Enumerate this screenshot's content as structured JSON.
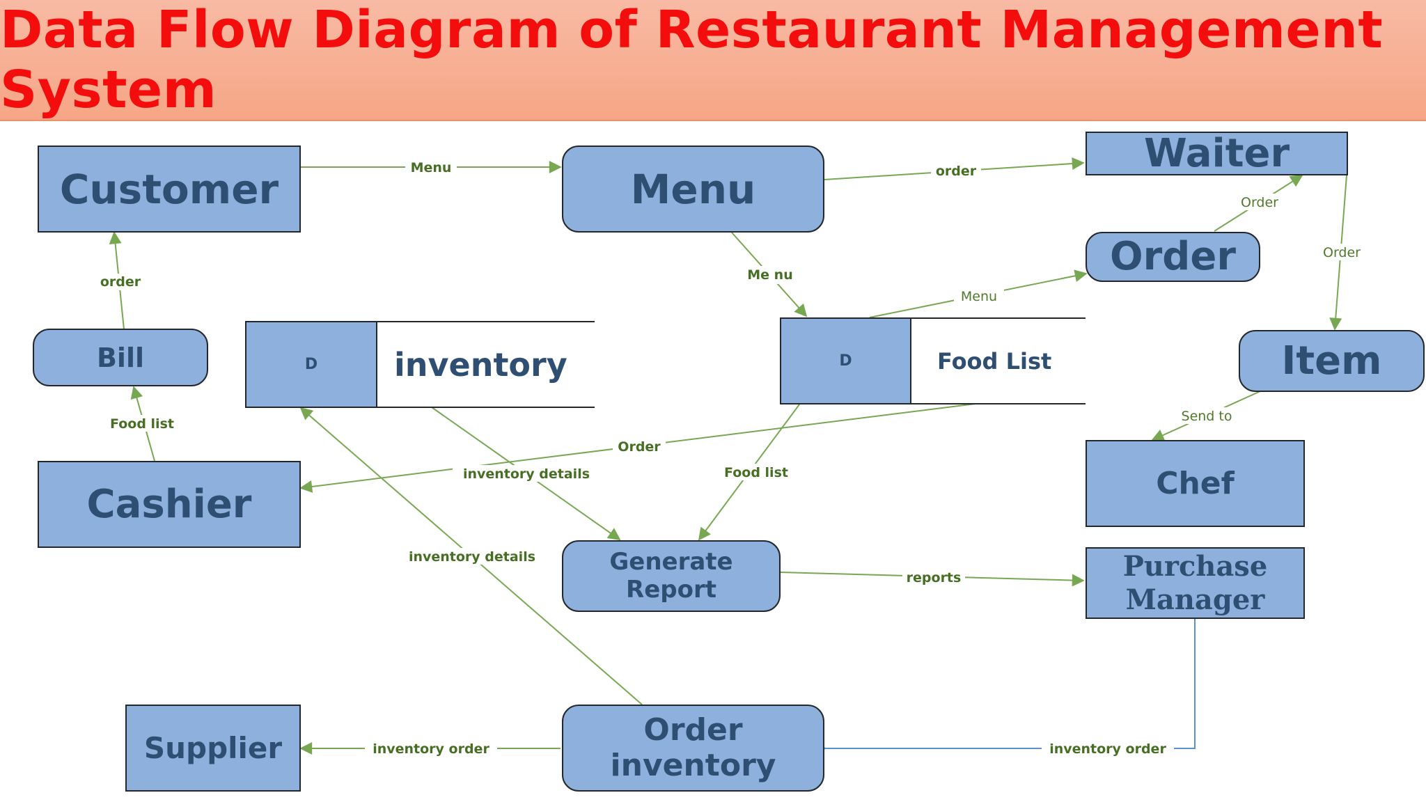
{
  "title": "Data Flow Diagram of Restaurant Management System",
  "nodes": {
    "customer": "Customer",
    "menu": "Menu",
    "waiter": "Waiter",
    "order": "Order",
    "item": "Item",
    "bill": "Bill",
    "cashier": "Cashier",
    "chef": "Chef",
    "generate_report": "Generate Report",
    "purchase_manager": "Purchase Manager",
    "supplier": "Supplier",
    "order_inventory": "Order inventory"
  },
  "data_stores": {
    "inventory": {
      "id": "D",
      "name": "inventory"
    },
    "food_list": {
      "id": "D",
      "name": "Food List"
    }
  },
  "flows": {
    "customer_to_menu": "Menu",
    "menu_to_waiter": "order",
    "order_to_waiter": "Order",
    "waiter_to_item": "Order",
    "menu_to_food_list": "Me nu",
    "food_list_to_order": "Menu",
    "bill_to_customer": "order",
    "cashier_to_bill": "Food list",
    "food_list_to_cashier": "Order",
    "inventory_to_report": "inventory details",
    "food_list_to_report": "Food list",
    "item_to_chef": "Send to",
    "order_inventory_to_inventory": "inventory details",
    "report_to_purchase_manager": "reports",
    "order_inventory_to_supplier": "inventory order",
    "purchase_manager_to_order_inventory": "inventory order"
  },
  "colors": {
    "title_text": "#f40d0d",
    "banner": "#f6a686",
    "node_fill": "#8db0dc",
    "node_text": "#2e4f72",
    "flow_line": "#77a851",
    "flow_line_blue": "#5b8fd0",
    "flow_label": "#4e7a2a"
  }
}
